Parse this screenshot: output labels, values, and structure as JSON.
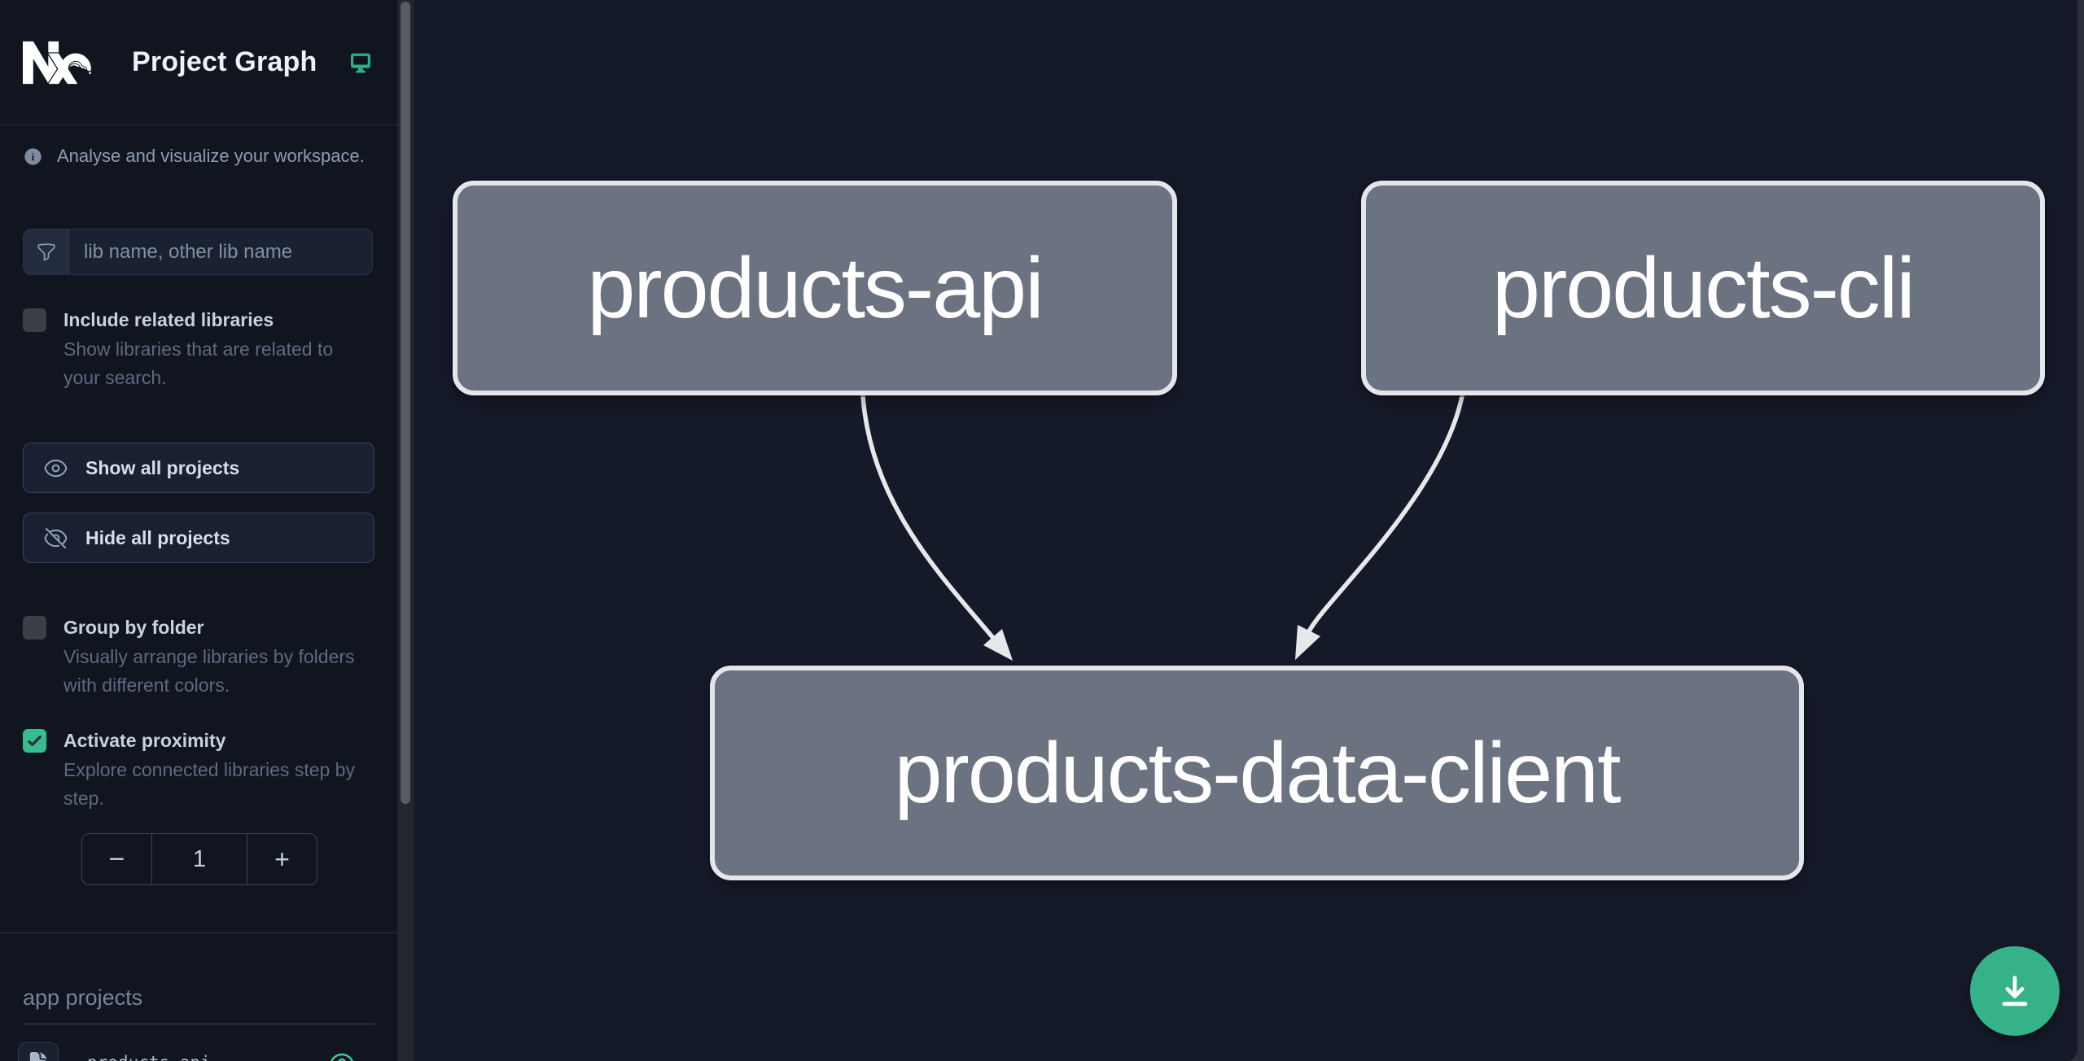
{
  "app": {
    "title": "Project Graph",
    "tagline": "Analyse and visualize your workspace."
  },
  "sidebar": {
    "filter": {
      "placeholder": "lib name, other lib name",
      "value": ""
    },
    "toggles": [
      {
        "label": "Include related libraries",
        "description": "Show libraries that are related to your search.",
        "checked": false
      },
      {
        "label": "Group by folder",
        "description": "Visually arrange libraries by folders with different colors.",
        "checked": false
      },
      {
        "label": "Activate proximity",
        "description": "Explore connected libraries step by step.",
        "checked": true
      }
    ],
    "buttons": [
      {
        "label": "Show all projects",
        "icon": "eye-icon"
      },
      {
        "label": "Hide all projects",
        "icon": "eye-slash-icon"
      }
    ],
    "stepper": {
      "minus": "−",
      "value": "1",
      "plus": "+"
    },
    "section": {
      "title": "app projects",
      "items": [
        {
          "name": "products-api",
          "icons": [
            "document-magnifying-glass-icon",
            "eye-icon"
          ]
        }
      ]
    }
  },
  "graph": {
    "nodes": [
      {
        "id": "products-api",
        "label": "products-api"
      },
      {
        "id": "products-cli",
        "label": "products-cli"
      },
      {
        "id": "products-data-client",
        "label": "products-data-client"
      }
    ],
    "edges": [
      {
        "source": "products-api",
        "target": "products-data-client"
      },
      {
        "source": "products-cli",
        "target": "products-data-client"
      }
    ]
  },
  "fab": {
    "icon": "download-icon"
  },
  "colors": {
    "accent_green": "#35bd90",
    "fab_green": "#35b287",
    "list_eye_green": "#3ecf9b",
    "node_fill": "#6b7280",
    "node_border": "#e5e6e9",
    "edge": "#e7e8ea",
    "sidebar_bg": "#10151f",
    "canvas_bg": "#151a29"
  }
}
